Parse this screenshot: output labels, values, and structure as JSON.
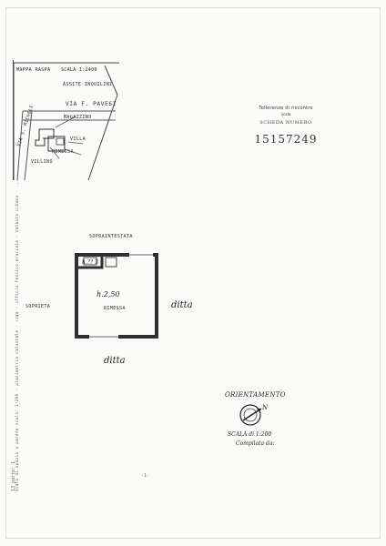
{
  "left_margin": {
    "vertical_text": "Stato di spazio a parete scala: 1:200 - planimetria catastale - riga - ufficio tecnico erariale - catasto urbano - ...",
    "small_mark": "13 parte: 1"
  },
  "site_plan": {
    "title_left": "MAPPA RASPA",
    "title_right": "SCALA 1:2400",
    "labels": {
      "top_road": "VIA F. PAVESI",
      "side_road": "VIA S. MICHELE",
      "top_label": "ASSITE INQUILINI",
      "magazzino": "MAGAZZINO",
      "villa": "VILLA",
      "rimessa": "RIMESSA",
      "villino": "VILLINO"
    }
  },
  "header": {
    "line1": "Tollerenze di riscontro",
    "line2": "scala",
    "line3": "SCHEDA NUMERO",
    "line4": "15157249"
  },
  "floor_plan": {
    "top_label": "SOPRAINTESTATA",
    "left_label": "SOPRIETA",
    "right_label": "ditta",
    "bottom_label": "ditta",
    "inside_height": "h.2,50",
    "inside_name": "RIMESSA",
    "small_room": "h.?? 3"
  },
  "orientation": {
    "title": "ORIENTAMENTO",
    "scale": "SCALA di 1:200",
    "completed": "Compilata da:"
  },
  "center_mark": "-1-"
}
